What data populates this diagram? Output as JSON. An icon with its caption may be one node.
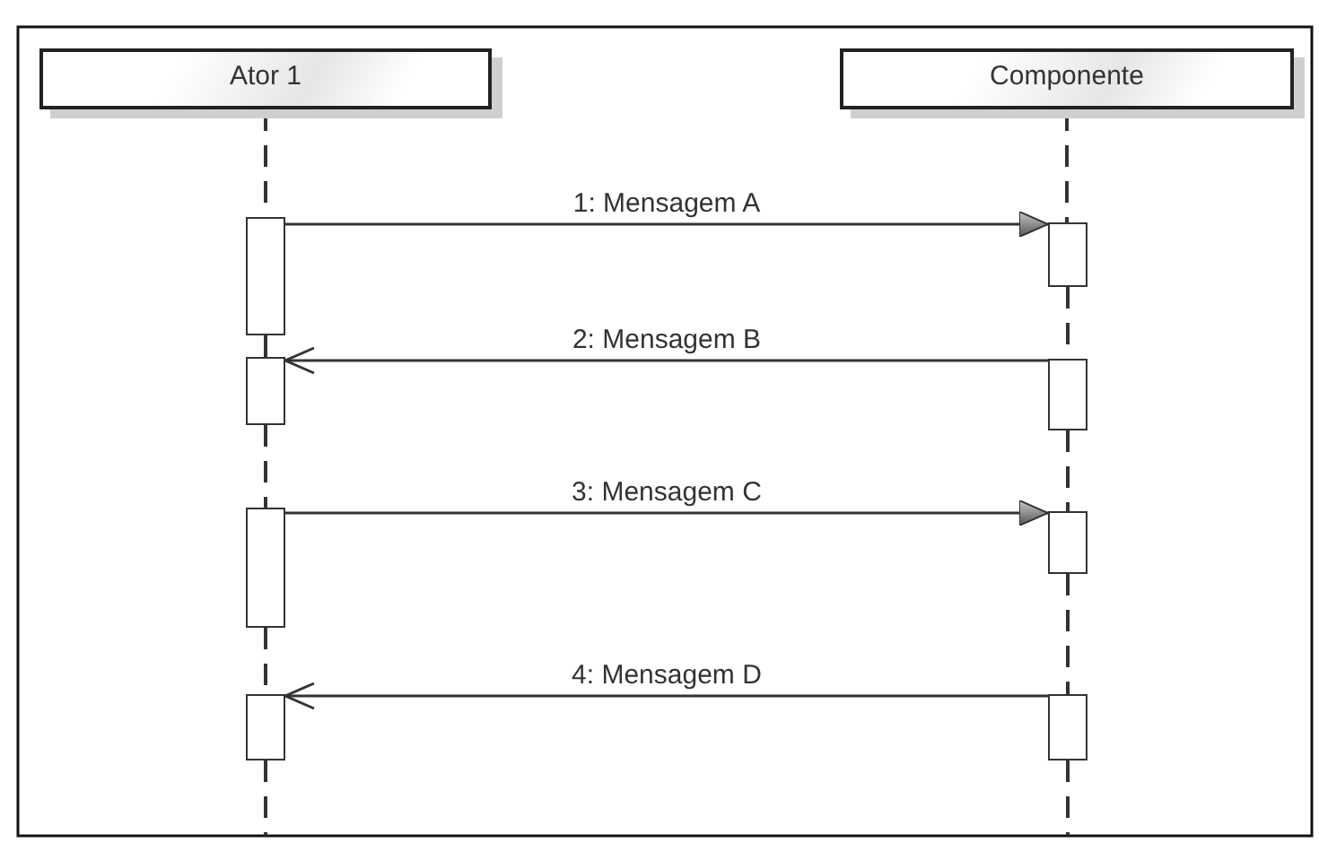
{
  "diagram": {
    "nodes": [
      {
        "text": [
          "Ator 1"
        ]
      },
      {
        "text": [
          "Componente"
        ]
      },
      {
        "text": [],
        "shape": "bar"
      },
      {
        "text": [],
        "shape": "bar"
      },
      {
        "text": [],
        "shape": "bar"
      },
      {
        "text": [],
        "shape": "bar"
      },
      {
        "text": [],
        "shape": "bar"
      },
      {
        "text": [],
        "shape": "bar"
      },
      {
        "text": [],
        "shape": "bar"
      },
      {
        "text": [],
        "shape": "bar"
      }
    ],
    "edges": [
      {
        "from": 2,
        "to": 3,
        "arrow": "to",
        "label": "1: Mensagem A"
      },
      {
        "from": 5,
        "to": 4,
        "arrow": "to",
        "label": "2: Mensagem B"
      },
      {
        "from": 6,
        "to": 7,
        "arrow": "to",
        "label": "3: Mensagem C"
      },
      {
        "from": 9,
        "to": 8,
        "arrow": "to",
        "label": "4: Mensagem D"
      },
      {
        "from": 0,
        "to": 2,
        "arrow": "none",
        "style": "dashed"
      },
      {
        "from": 2,
        "to": 4,
        "arrow": "none",
        "style": "dashed"
      },
      {
        "from": 4,
        "to": 6,
        "arrow": "none",
        "style": "dashed"
      },
      {
        "from": 6,
        "to": 8,
        "arrow": "none",
        "style": "dashed"
      },
      {
        "from": 8,
        "to": null,
        "arrow": "none",
        "style": "dashed"
      },
      {
        "from": 1,
        "to": 3,
        "arrow": "none",
        "style": "dashed"
      },
      {
        "from": 3,
        "to": 5,
        "arrow": "none",
        "style": "dashed"
      },
      {
        "from": 5,
        "to": 7,
        "arrow": "none",
        "style": "dashed"
      },
      {
        "from": 7,
        "to": 9,
        "arrow": "none",
        "style": "dashed"
      },
      {
        "from": 9,
        "to": null,
        "arrow": "none",
        "style": "dashed"
      }
    ]
  }
}
